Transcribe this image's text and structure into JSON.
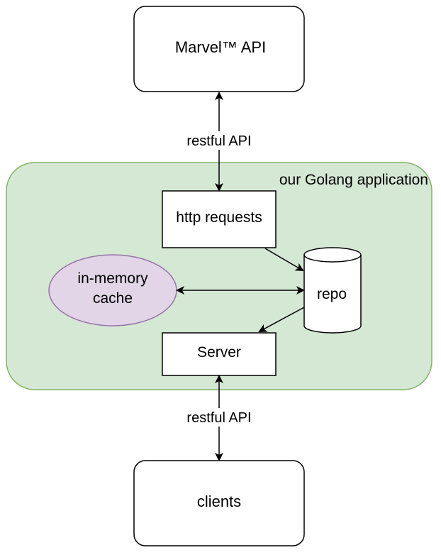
{
  "diagram": {
    "nodes": {
      "marvel_api": {
        "label": "Marvel™ API",
        "shape": "rounded-rectangle"
      },
      "golang_app": {
        "label": "our Golang application",
        "shape": "rounded-rectangle-container",
        "fill": "#d5e8d4",
        "stroke": "#82b366"
      },
      "http_requests": {
        "label": "http requests",
        "shape": "rectangle"
      },
      "in_memory_cache": {
        "label_line1": "in-memory",
        "label_line2": "cache",
        "shape": "ellipse",
        "fill": "#e1d5e7",
        "stroke": "#9673a6"
      },
      "repo": {
        "label": "repo",
        "shape": "cylinder"
      },
      "server": {
        "label": "Server",
        "shape": "rectangle"
      },
      "clients": {
        "label": "clients",
        "shape": "rounded-rectangle"
      }
    },
    "edges": {
      "marvel_to_http": {
        "from": "marvel_api",
        "to": "http_requests",
        "direction": "bidirectional",
        "label": "restful API"
      },
      "http_to_repo": {
        "from": "http_requests",
        "to": "repo",
        "direction": "one-way"
      },
      "cache_to_repo": {
        "from": "in_memory_cache",
        "to": "repo",
        "direction": "bidirectional"
      },
      "repo_to_server": {
        "from": "repo",
        "to": "server",
        "direction": "one-way"
      },
      "server_to_clients": {
        "from": "server",
        "to": "clients",
        "direction": "bidirectional",
        "label": "restful API"
      }
    }
  }
}
